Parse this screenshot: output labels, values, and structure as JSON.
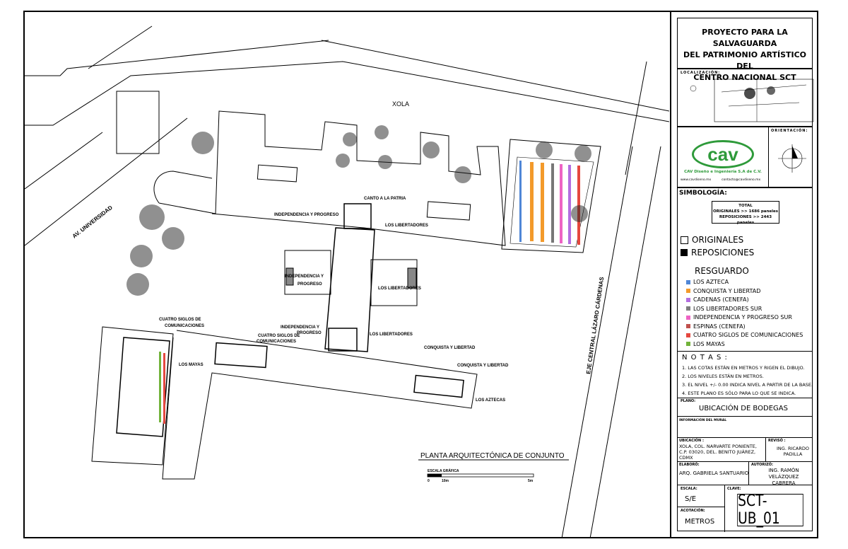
{
  "plan": {
    "street_xola": "XOLA",
    "street_universidad": "AV. UNIVERSIDAD",
    "street_eje": "EJE CENTRAL LÁZARO CÁRDENAS",
    "labels": {
      "canto": "CANTO A LA PATRIA",
      "indep1": "INDEPENDENCIA Y PROGRESO",
      "libert1": "LOS LIBERTADORES",
      "indep2a": "INDEPENDENCIA Y",
      "indep2b": "PROGRESO",
      "libert2": "LOS LIBERTADORES",
      "indep3a": "INDEPENDENCIA Y",
      "indep3b": "PROGRESO",
      "libert3": "LOS LIBERTADORES",
      "cuatro1a": "CUATRO SIGLOS DE",
      "cuatro1b": "COMUNICACIONES",
      "cuatro2a": "CUATRO SIGLOS DE",
      "cuatro2b": "COMUNICACIONES",
      "conquista1": "CONQUISTA Y LIBERTAD",
      "conquista2": "CONQUISTA Y LIBERTAD",
      "mayas": "LOS MAYAS",
      "aztecas": "LOS AZTECAS"
    },
    "plan_title": "PLANTA ARQUITECTÓNICA  DE CONJUNTO",
    "scale_label": "ESCALA GRÁFICA",
    "scale_ticks": [
      "0",
      "10m",
      "5m"
    ]
  },
  "titleblock": {
    "project_title": [
      "PROYECTO PARA LA SALVAGUARDA",
      "DEL PATRIMONIO ARTÍSTICO DEL",
      "CENTRO NACIONAL SCT"
    ],
    "localizacion_label": "LOCALIZACIÓN:",
    "orientacion_label": "ORIENTACIÓN:",
    "logo_text": "cav",
    "company": "CAV Diseño e Ingeniería S.A de C.V.",
    "website": "www.cavdiseno.mx",
    "email": "contacto@cavdiseno.mx",
    "simbologia_label": "SIMBOLOGÍA:",
    "total_label": "TOTAL",
    "originales_count": "ORIGINALES >> 1686 paneles",
    "reposiciones_count": "REPOSICIONES >> 2443 paneles",
    "originales": "ORIGINALES",
    "reposiciones": "REPOSICIONES",
    "resguardo": "RESGUARDO",
    "legend": [
      {
        "label": "LOS AZTECA",
        "color": "#4f86d6"
      },
      {
        "label": "CONQUISTA Y LIBERTAD",
        "color": "#f39a2b"
      },
      {
        "label": "CADENAS (CENEFA)",
        "color": "#b36de0"
      },
      {
        "label": "LOS LIBERTADORES SUR",
        "color": "#7d7d7d"
      },
      {
        "label": "INDEPENDENCIA Y PROGRESO SUR",
        "color": "#ee63c4"
      },
      {
        "label": "ESPINAS (CENEFA)",
        "color": "#c0504d"
      },
      {
        "label": "CUATRO SIGLOS DE COMUNICACIONES",
        "color": "#e5483f"
      },
      {
        "label": "LOS MAYAS",
        "color": "#72b33a"
      }
    ],
    "notas_label": "N O T A S :",
    "notas": [
      "1. LAS COTAS ESTÁN EN METROS Y RIGEN EL DIBUJO.",
      "2. LOS NIVELES ESTÁN EN METROS.",
      "3. EL NIVEL +/- 0.00 INDICA NIVEL A PARTIR DE LA BASE.",
      "4. ESTE PLANO ES SÓLO PARA LO QUE SE INDICA."
    ],
    "plano_label": "PLANO:",
    "plano_value": "UBICACIÓN DE BODEGAS",
    "info_label": "INFORMACIÓN DEL MURAL",
    "ubicacion_label": "UBICACIÓN :",
    "ubicacion_value": [
      "XOLA, COL. NARVARTE PONIENTE,",
      "C.P. 03020, DEL. BENITO JUÁREZ,",
      "CDMX"
    ],
    "reviso_label": "REVISÓ :",
    "reviso_value": [
      "ING. RICARDO",
      "PADILLA"
    ],
    "elaboro_label": "ELABORÓ:",
    "elaboro_value": "ARQ. GABRIELA SANTUARIO",
    "autorizo_label": "AUTORIZÓ:",
    "autorizo_value": [
      "ING. RAMÓN VELÁZQUEZ",
      "CABRERA"
    ],
    "escala_label": "ESCALA:",
    "escala_value": "S/E",
    "clave_label": "CLAVE:",
    "clave_value": "SCT-UB_01",
    "acotacion_label": "ACOTACIÓN:",
    "acotacion_value": "METROS"
  }
}
